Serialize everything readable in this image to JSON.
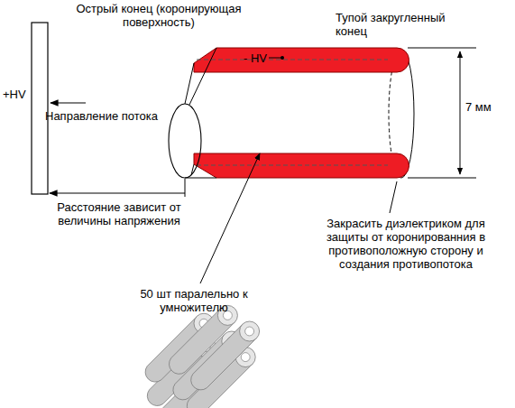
{
  "diagram": {
    "labels": [
      "Острый конец (коронирующая поверхность)",
      "Тупой закругленный конец",
      "- HV",
      "+HV",
      "Направление потока",
      "7 мм",
      "Расстояние зависит от величины напряжения",
      "Закрасить диэлектриком для защиты от коронированния в противоположную сторону и создания противопотока",
      "50 шт паралельно к умножителю"
    ]
  }
}
